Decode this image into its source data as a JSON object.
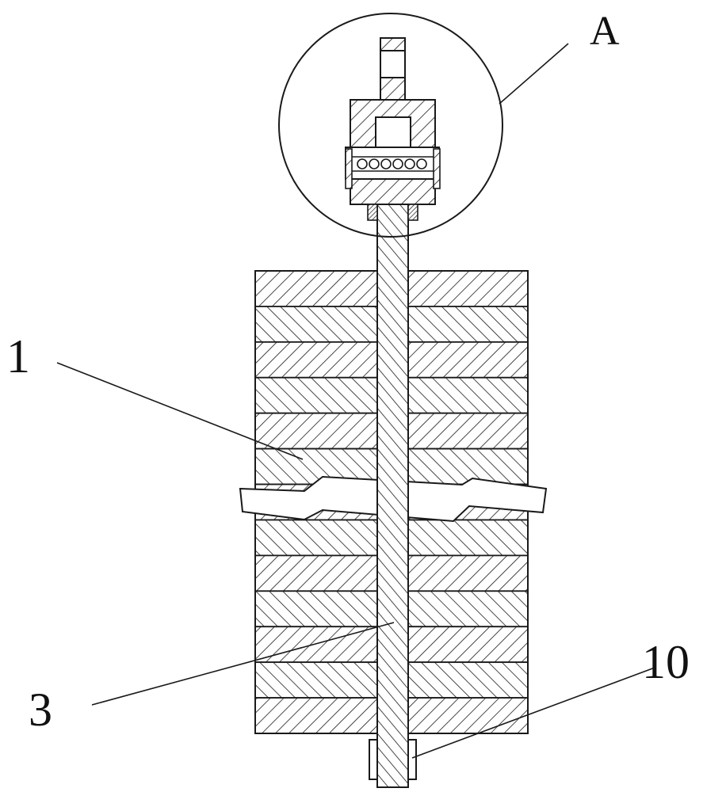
{
  "callouts": {
    "detail": "A",
    "part_1": "1",
    "part_3": "3",
    "part_10": "10"
  },
  "colors": {
    "line": "#1a1a1a",
    "background": "#ffffff"
  }
}
